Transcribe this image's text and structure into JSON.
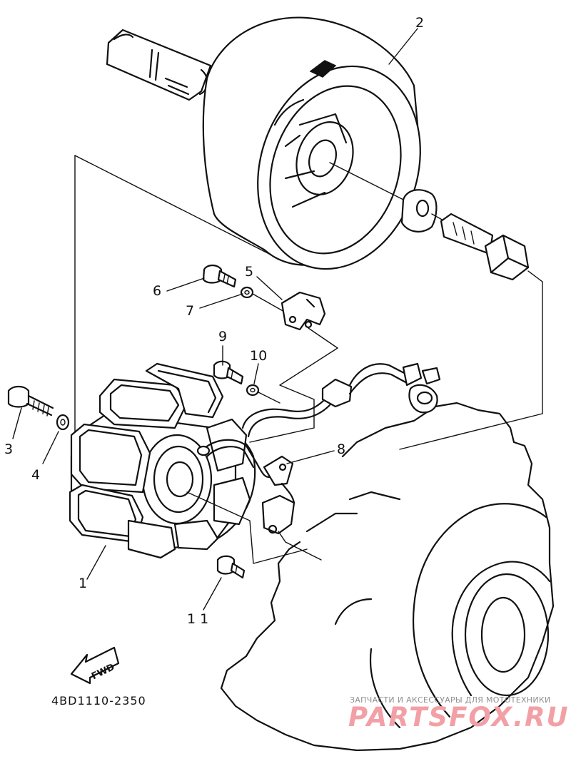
{
  "diagram": {
    "part_numbers": [
      "1",
      "2",
      "3",
      "4",
      "5",
      "6",
      "7",
      "8",
      "9",
      "10",
      "11"
    ],
    "direction_label": "FWD",
    "diagram_code": "4BD1110-2350"
  },
  "watermark": {
    "tagline": "ЗАПЧАСТИ И АКСЕССУАРЫ ДЛЯ МОТОТЕХНИКИ",
    "logo_text": "PARTSFOX.RU"
  }
}
